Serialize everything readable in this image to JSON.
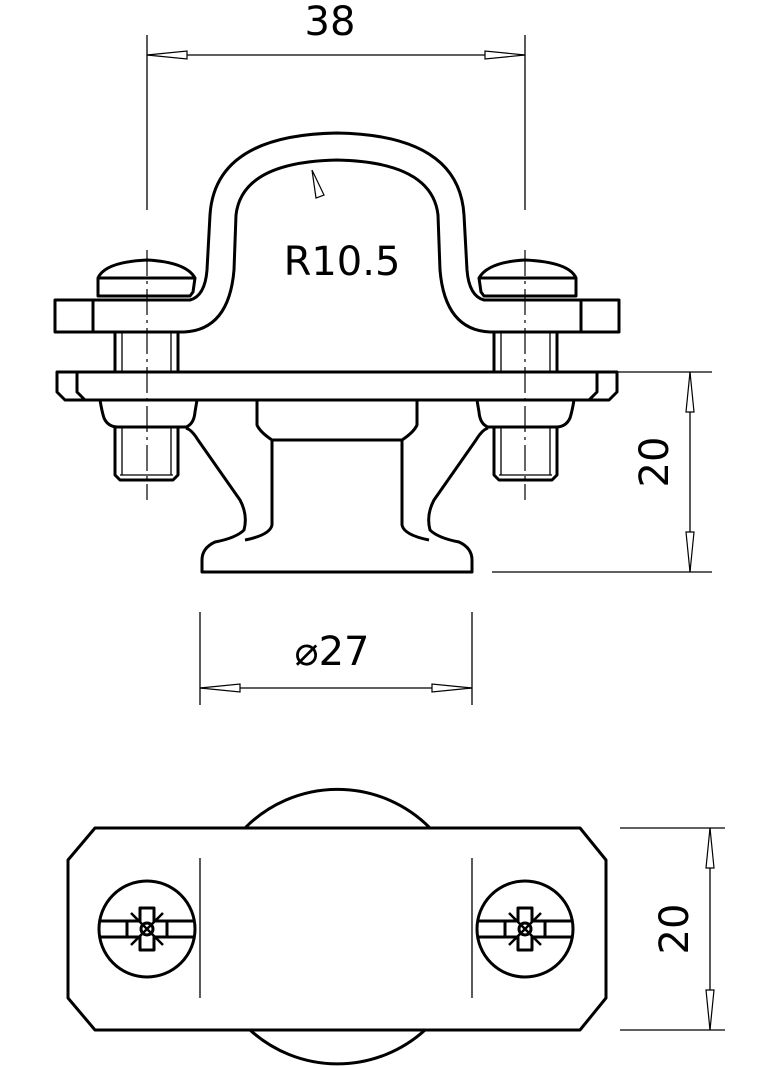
{
  "drawing": {
    "front_view": {
      "width_dimension": "38",
      "radius_dimension": "R10.5",
      "height_dimension": "20",
      "base_diameter_dimension": "⌀27"
    },
    "top_view": {
      "width_dimension": "20"
    },
    "line_color": "#000000"
  }
}
